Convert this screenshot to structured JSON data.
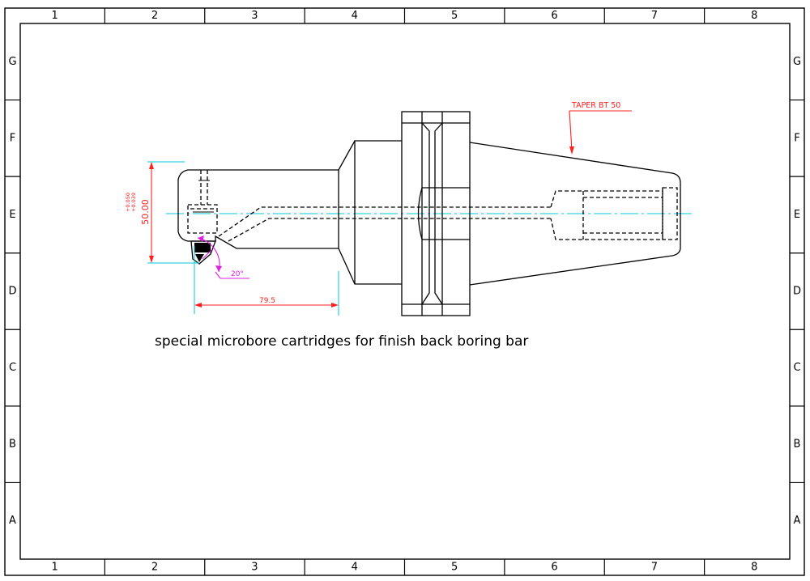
{
  "sheet": {
    "columns": [
      "1",
      "2",
      "3",
      "4",
      "5",
      "6",
      "7",
      "8"
    ],
    "rows": [
      "G",
      "F",
      "E",
      "D",
      "C",
      "B",
      "A"
    ]
  },
  "drawing": {
    "caption": "special microbore cartridges for finish back boring bar",
    "taper_label": "TAPER BT 50",
    "dim_length": "79.5",
    "dim_diameter": "50.00",
    "tolerance_upper": "+0.050",
    "tolerance_lower": "+0.039",
    "angle": "20°"
  },
  "colors": {
    "outline": "#000000",
    "centerline": "#00c8d8",
    "dimension": "#ff2020",
    "angle": "#e020e0"
  }
}
